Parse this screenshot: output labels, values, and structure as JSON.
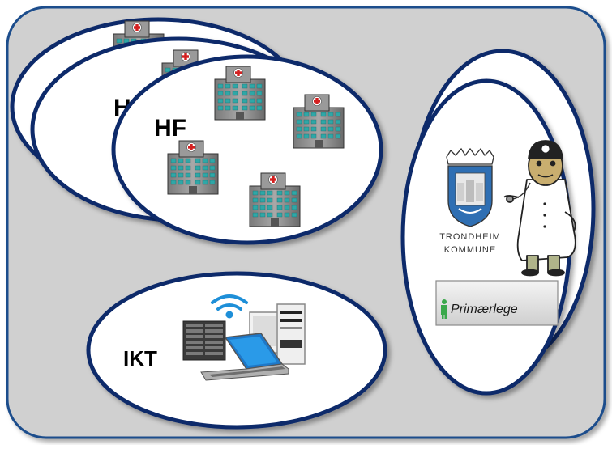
{
  "hf_group": {
    "labels": [
      "HF",
      "HF",
      "HF"
    ]
  },
  "ikt": {
    "label": "IKT"
  },
  "municipality": {
    "name_line1": "TRONDHEIM",
    "name_line2": "KOMMUNE",
    "button_label": "Primærlege"
  },
  "colors": {
    "background": "#d0d0d0",
    "frame_border": "#1f4e8c",
    "ellipse_stroke": "#0e2a6b",
    "ellipse_fill": "#ffffff",
    "building_teal": "#2fa7a7",
    "cross_red": "#d32020",
    "shield_blue": "#2f6fb3"
  }
}
